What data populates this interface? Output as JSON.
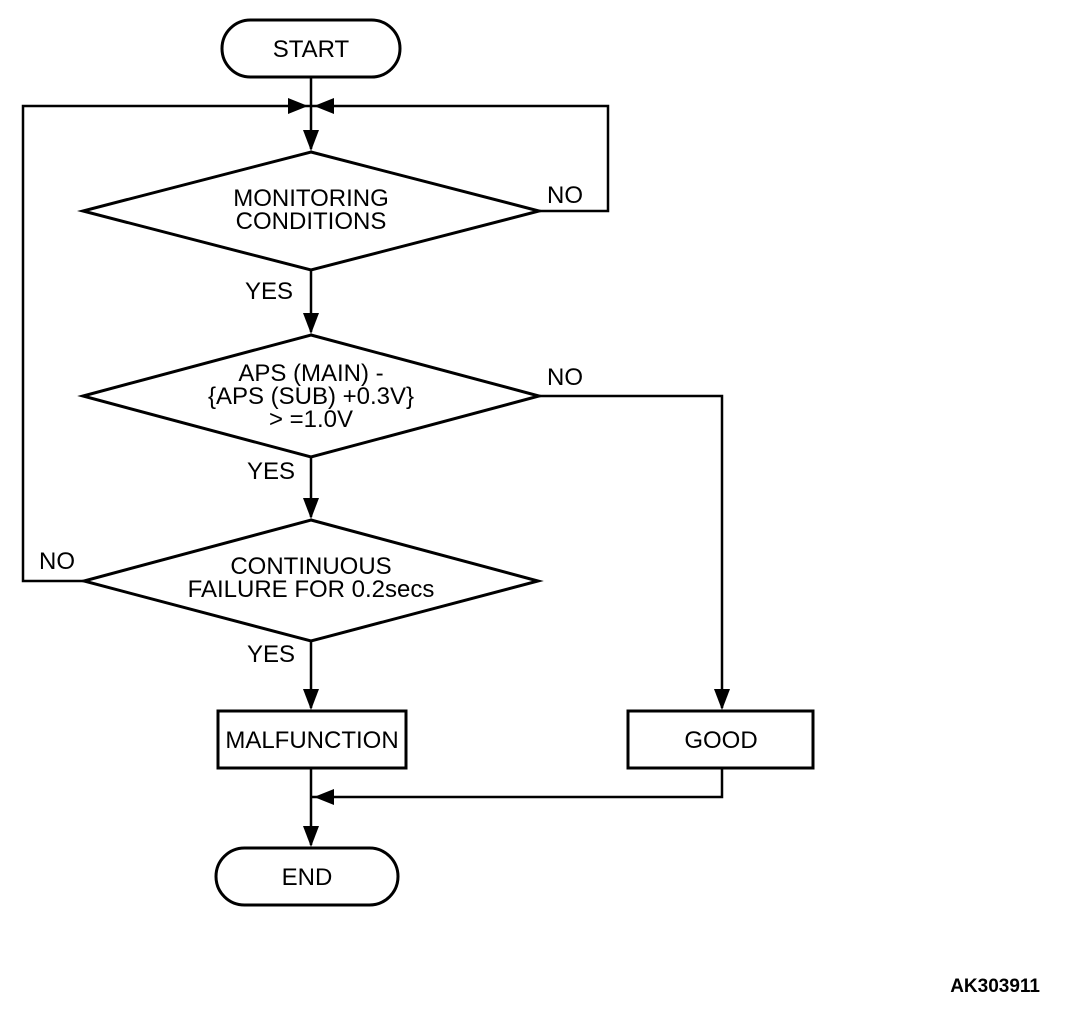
{
  "diagram": {
    "type": "flowchart",
    "figure_code": "AK303911",
    "colors": {
      "stroke": "#000000",
      "background": "#ffffff",
      "text": "#000000"
    },
    "nodes": {
      "start": {
        "label": "START"
      },
      "decision_monitoring": {
        "lines": [
          "MONITORING",
          "CONDITIONS"
        ]
      },
      "decision_aps": {
        "lines": [
          "APS (MAIN) -",
          "{APS (SUB) +0.3V}",
          "> =1.0V"
        ]
      },
      "decision_continuous": {
        "lines": [
          "CONTINUOUS",
          "FAILURE FOR 0.2secs"
        ]
      },
      "malfunction": {
        "label": "MALFUNCTION"
      },
      "good": {
        "label": "GOOD"
      },
      "end": {
        "label": "END"
      }
    },
    "edge_labels": {
      "monitoring_no": "NO",
      "monitoring_yes": "YES",
      "aps_no": "NO",
      "aps_yes": "YES",
      "continuous_no": "NO",
      "continuous_yes": "YES"
    }
  }
}
